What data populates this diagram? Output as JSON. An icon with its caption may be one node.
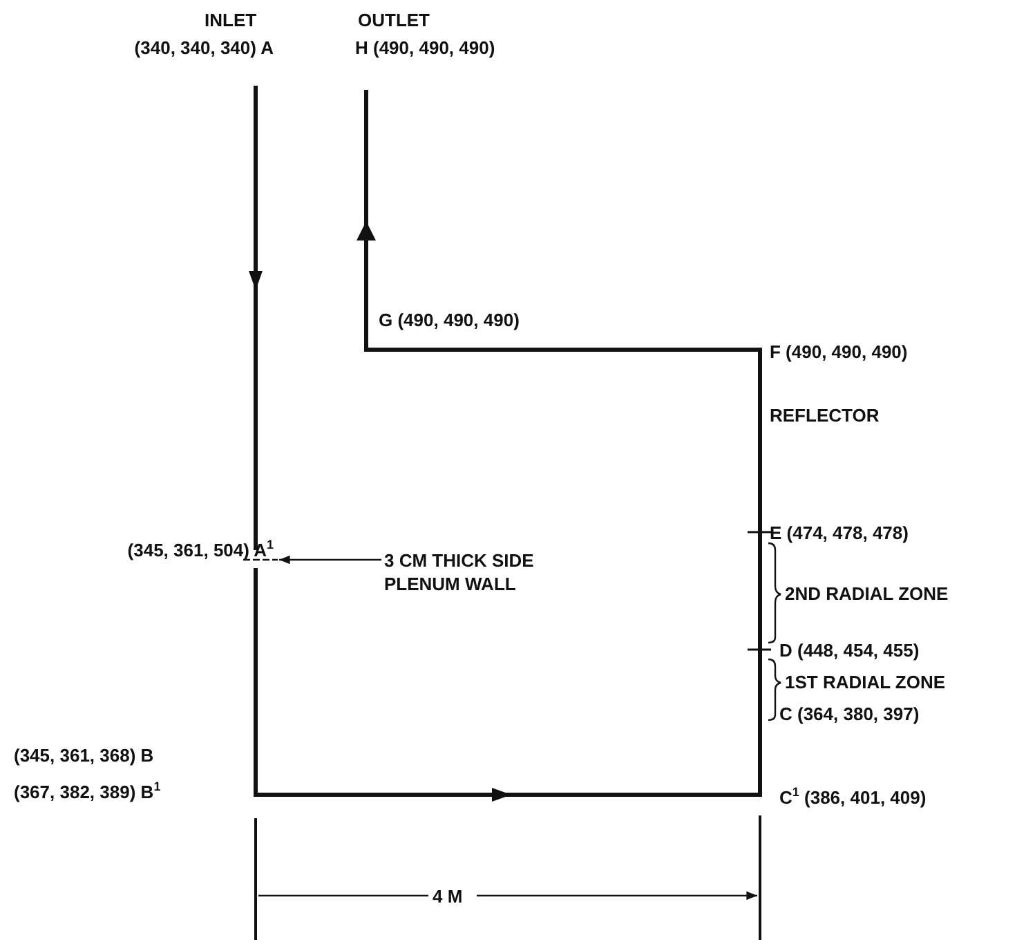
{
  "diagram": {
    "nodes": [
      {
        "text": [
          "3 CM THICK SIDE PLENUM WALL"
        ]
      },
      {
        "text": [],
        "shape": "bar"
      }
    ],
    "edges": [
      {
        "from": 0,
        "to": 1,
        "arrow": "to"
      }
    ],
    "labels": [
      "INLET",
      "OUTLET",
      "(340, 340, 340)  A",
      "H (490, 490, 490)",
      "G (490, 490, 490)",
      "F (490, 490, 490)",
      "REFLECTOR",
      "E (474, 478, 478)",
      "2ND RADIAL ZONE",
      "D (448, 454, 455)",
      "(345, 361, 504) A$^{1}$",
      "1ST RADIAL ZONE",
      "C (364, 380, 397)",
      "(345, 361, 368) B",
      "C$^{1}$ (386, 401, 409)",
      "(367, 382, 389)  B$^{1}$",
      "4 M"
    ]
  }
}
